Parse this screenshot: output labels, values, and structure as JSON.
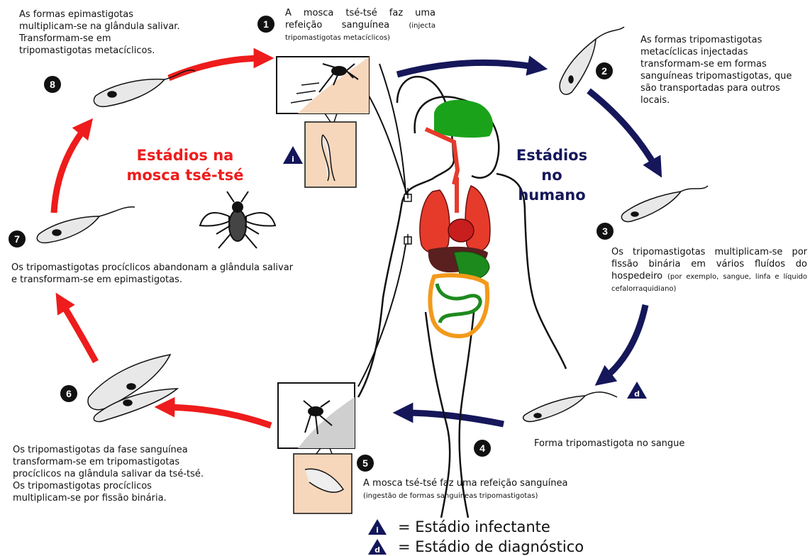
{
  "colors": {
    "fly_arrows": "#ee1c1c",
    "human_arrows": "#15175a",
    "fly_heading": "#ee1c1c",
    "human_heading": "#15175a",
    "brain": "#1aa31a",
    "lungs": "#e63b2b",
    "heart": "#c81e1e",
    "liver": "#5a1f1f",
    "intestine": "#f29a1b",
    "stomach": "#1d8a1d",
    "skin_panel": "#f7d7bb",
    "stage_badge": "#111111",
    "triangle_badge": "#12165a"
  },
  "headings": {
    "fly_line1": "Estádios na",
    "fly_line2": "mosca tsé-tsé",
    "human_line1": "Estádios no",
    "human_line2": "humano"
  },
  "stages": {
    "s1": {
      "number": "1",
      "text_main": "A mosca tsé-tsé faz uma refeição sanguínea",
      "text_small": "(injecta tripomastigotas metacíclicos)"
    },
    "s2": {
      "number": "2",
      "text": "As formas tripomastigotas metacíclicas injectadas transformam-se em formas sanguíneas tripomastigotas, que são transportadas para outros locais."
    },
    "s3": {
      "number": "3",
      "text_main": "Os tripomastigotas multiplicam-se por fissão binária em vários  fluídos do hospedeiro",
      "text_small": "(por exemplo, sangue, linfa e líquido cefalorraquidiano)"
    },
    "s4": {
      "number": "4",
      "text": "Forma tripomastigota no sangue"
    },
    "s5": {
      "number": "5",
      "text_main": "A mosca tsé-tsé faz uma refeição sanguínea",
      "text_small": "(ingestão de formas sanguíneas tripomastigotas)"
    },
    "s6": {
      "number": "6",
      "text": "Os tripomastigotas da fase sanguínea transformam-se em tripomastigotas procíclicos na glândula salivar da tsé-tsé. Os tripomastigotas procíclicos multiplicam-se por fissão binária."
    },
    "s7": {
      "number": "7",
      "text": "Os tripomastigotas procíclicos abandonam a glândula salivar e transformam-se em epimastigotas."
    },
    "s8": {
      "number": "8",
      "text": "As formas epimastigotas multiplicam-se na glândula salivar. Transformam-se em tripomastigotas metacíclicos."
    }
  },
  "legend": {
    "infective_symbol": "i",
    "infective_label": "= Estádio infectante",
    "diagnostic_symbol": "d",
    "diagnostic_label": "= Estádio de diagnóstico"
  }
}
